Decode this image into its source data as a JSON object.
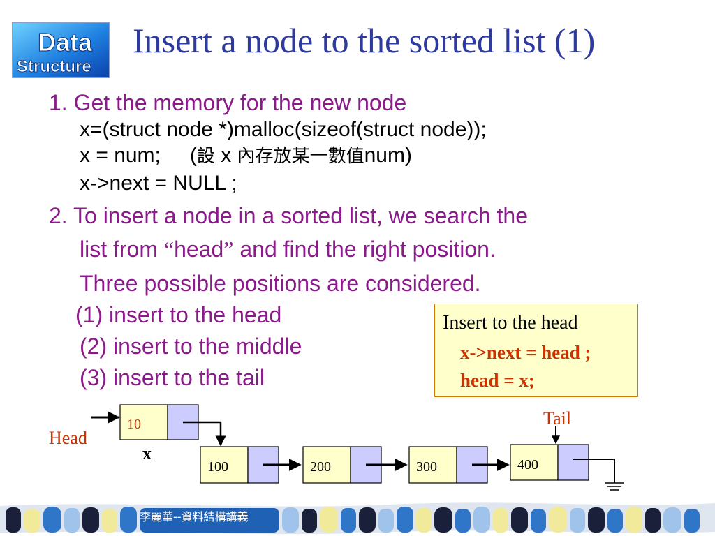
{
  "logo": {
    "line1": "Data",
    "line2": "Structure"
  },
  "title": "Insert a node to the sorted list (1)",
  "step1": {
    "heading": "1. Get the memory for the new node",
    "code1": "x=(struct node *)malloc(sizeof(struct node));",
    "code2_prefix": "x = num;",
    "code2_paren_open": "(",
    "code2_set": "設",
    "code2_x": " x ",
    "code2_cjk": "內存放某一數值",
    "code2_tail": "num)",
    "code3": "x->next = NULL ;"
  },
  "step2": {
    "line1": "2. To insert a node in a sorted list, we search the",
    "line2_a": "list from ",
    "line2_quote_open": "“",
    "line2_head": "head",
    "line2_quote_close": "”",
    "line2_b": " and find the right position.",
    "line3": "Three possible positions are considered.",
    "options": [
      "(1) insert to the head",
      "(2) insert to the middle",
      "(3) insert to the tail"
    ]
  },
  "callout": {
    "title": "Insert to the head",
    "line1": "x->next = head ;",
    "line2": "head = x;"
  },
  "diagram": {
    "head_label": "Head",
    "tail_label": "Tail",
    "x_label": "x",
    "new_node_value": "10",
    "nodes": [
      "100",
      "200",
      "300",
      "400"
    ]
  },
  "footer": {
    "text": "李麗華--資料結構講義"
  },
  "colors": {
    "title": "#2e3a9e",
    "body_text": "#8b1a8b",
    "accent_red": "#cc3300",
    "node_data_fill": "#ffffcc",
    "node_ptr_fill": "#ccccff",
    "callout_fill": "#ffffcc"
  }
}
